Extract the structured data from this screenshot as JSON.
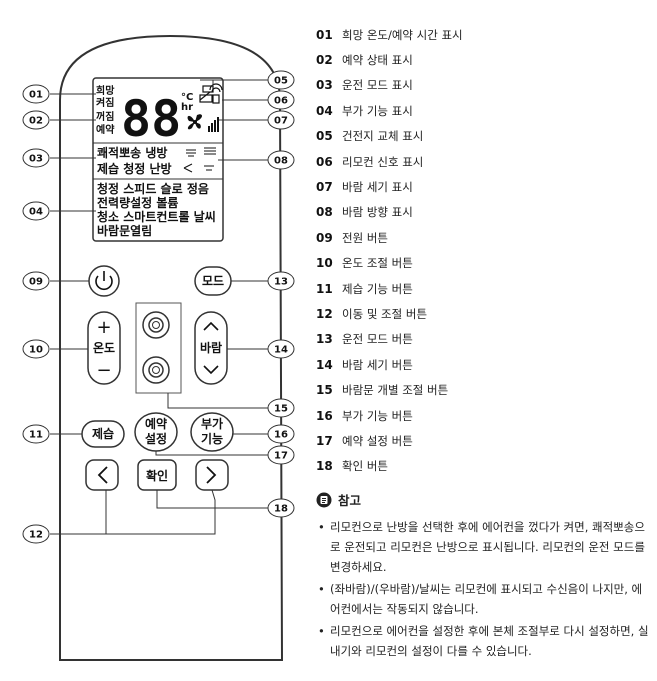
{
  "remote": {
    "lcd": {
      "left_labels": [
        "희망",
        "켜짐",
        "꺼짐",
        "예약"
      ],
      "digits": "88",
      "unit_c": "°C",
      "unit_hr": "hr",
      "mode_row1": "쾌적뽀송 냉방",
      "mode_row2": "제습 청정 난방",
      "func_row1": "청정 스피드 슬로 정음",
      "func_row2": "전력량설정 볼륨",
      "func_row3": "청소 스마트컨트롤 날씨",
      "func_row4": "바람문열림"
    },
    "buttons": {
      "mode": "모드",
      "temp": "온도",
      "wind": "바람",
      "dehumid": "제습",
      "reserve_1": "예약",
      "reserve_2": "설정",
      "extra_1": "부가",
      "extra_2": "기능",
      "confirm": "확인"
    },
    "callouts": [
      "01",
      "02",
      "03",
      "04",
      "05",
      "06",
      "07",
      "08",
      "09",
      "10",
      "11",
      "12",
      "13",
      "14",
      "15",
      "16",
      "17",
      "18"
    ]
  },
  "legend": [
    {
      "num": "01",
      "label": "희망 온도/예약 시간 표시"
    },
    {
      "num": "02",
      "label": "예약 상태 표시"
    },
    {
      "num": "03",
      "label": "운전 모드 표시"
    },
    {
      "num": "04",
      "label": "부가 기능 표시"
    },
    {
      "num": "05",
      "label": "건전지 교체 표시"
    },
    {
      "num": "06",
      "label": "리모컨 신호 표시"
    },
    {
      "num": "07",
      "label": "바람 세기 표시"
    },
    {
      "num": "08",
      "label": "바람 방향 표시"
    },
    {
      "num": "09",
      "label": "전원 버튼"
    },
    {
      "num": "10",
      "label": "온도 조절 버튼"
    },
    {
      "num": "11",
      "label": "제습 기능 버튼"
    },
    {
      "num": "12",
      "label": "이동 및 조절 버튼"
    },
    {
      "num": "13",
      "label": "운전 모드 버튼"
    },
    {
      "num": "14",
      "label": "바람 세기 버튼"
    },
    {
      "num": "15",
      "label": "바람문 개별 조절 버튼"
    },
    {
      "num": "16",
      "label": "부가 기능 버튼"
    },
    {
      "num": "17",
      "label": "예약 설정 버튼"
    },
    {
      "num": "18",
      "label": "확인 버튼"
    }
  ],
  "note": {
    "title": "참고",
    "items": [
      "리모컨으로 난방을 선택한 후에 에어컨을 껐다가 켜면, 쾌적뽀송으로 운전되고 리모컨은 난방으로 표시됩니다. 리모컨의 운전 모드를 변경하세요.",
      "(좌바람)/(우바람)/날씨는 리모컨에 표시되고 수신음이 나지만, 에어컨에서는 작동되지 않습니다.",
      "리모컨으로 에어컨을 설정한 후에 본체 조절부로 다시 설정하면, 실내기와 리모컨의 설정이 다를 수 있습니다."
    ]
  }
}
